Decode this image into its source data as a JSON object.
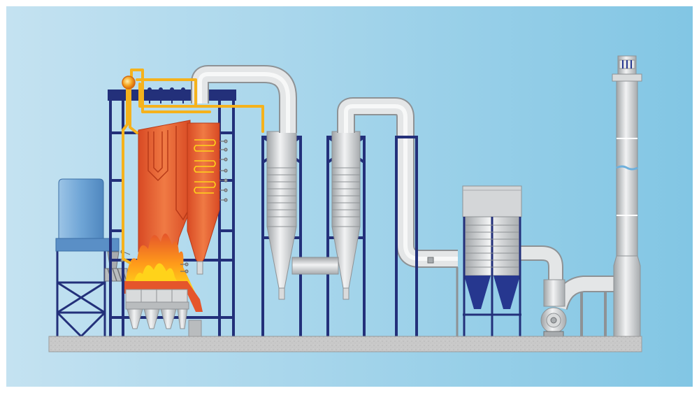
{
  "diagram": {
    "type": "industrial-process-illustration",
    "text_labels": [],
    "components": [
      "coal-silo",
      "screw-feeder",
      "boiler-furnace",
      "steam-drum",
      "steam-pipes",
      "superheater",
      "economizer-hopper",
      "cyclone-separator-1",
      "cyclone-separator-2",
      "ductwork",
      "bag-filter",
      "induced-draft-fan",
      "chimney-stack",
      "ground-slab"
    ],
    "colors": {
      "background_left": "#c4e2f1",
      "background_right": "#82c6e4",
      "steel_frame": "#23307a",
      "steam_pipe": "#f5b21c",
      "boiler_body": "#e5552b",
      "boiler_light": "#f07a44",
      "flame_yellow": "#ffd31a",
      "metal_light": "#eceeef",
      "metal_dark": "#a7abae",
      "silo_blue": "#6fa5d6",
      "hopper_navy": "#26378f",
      "ground": "#c8c8c8"
    }
  }
}
